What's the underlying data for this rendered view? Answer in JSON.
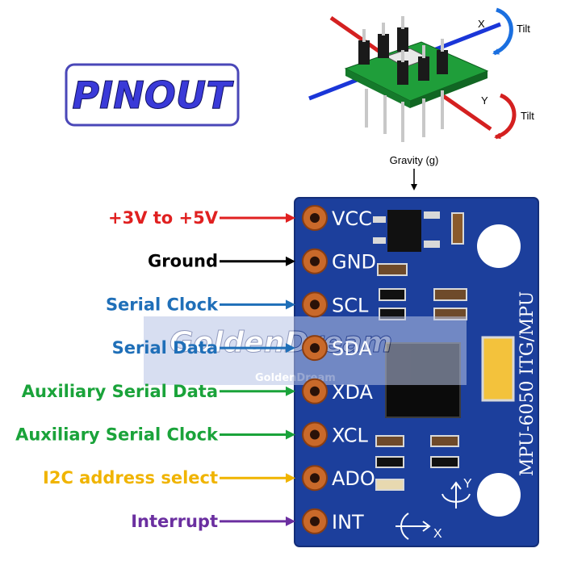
{
  "title": "PINOUT",
  "sensor_diagram": {
    "x_axis_label": "X",
    "y_axis_label": "Y",
    "x_tilt_label": "Tilt",
    "y_tilt_label": "Tilt",
    "gravity_label": "Gravity (g)"
  },
  "board": {
    "silkscreen": "MPU-6050 ITG/MPU",
    "axis_x": "X",
    "axis_y": "Y",
    "color": "#1c3f9c"
  },
  "watermark": {
    "main": "GoldenDream",
    "sub": "GoldenDream"
  },
  "pins": [
    {
      "name": "VCC",
      "label": "+3V to +5V",
      "color": "#e02020"
    },
    {
      "name": "GND",
      "label": "Ground",
      "color": "#000000"
    },
    {
      "name": "SCL",
      "label": "Serial Clock",
      "color": "#1f6fb8"
    },
    {
      "name": "SDA",
      "label": "Serial Data",
      "color": "#1f6fb8"
    },
    {
      "name": "XDA",
      "label": "Auxiliary Serial Data",
      "color": "#1aa33a"
    },
    {
      "name": "XCL",
      "label": "Auxiliary Serial Clock",
      "color": "#1aa33a"
    },
    {
      "name": "ADO",
      "label": "I2C address select",
      "color": "#f0b400"
    },
    {
      "name": "INT",
      "label": "Interrupt",
      "color": "#6b2fa0"
    }
  ]
}
